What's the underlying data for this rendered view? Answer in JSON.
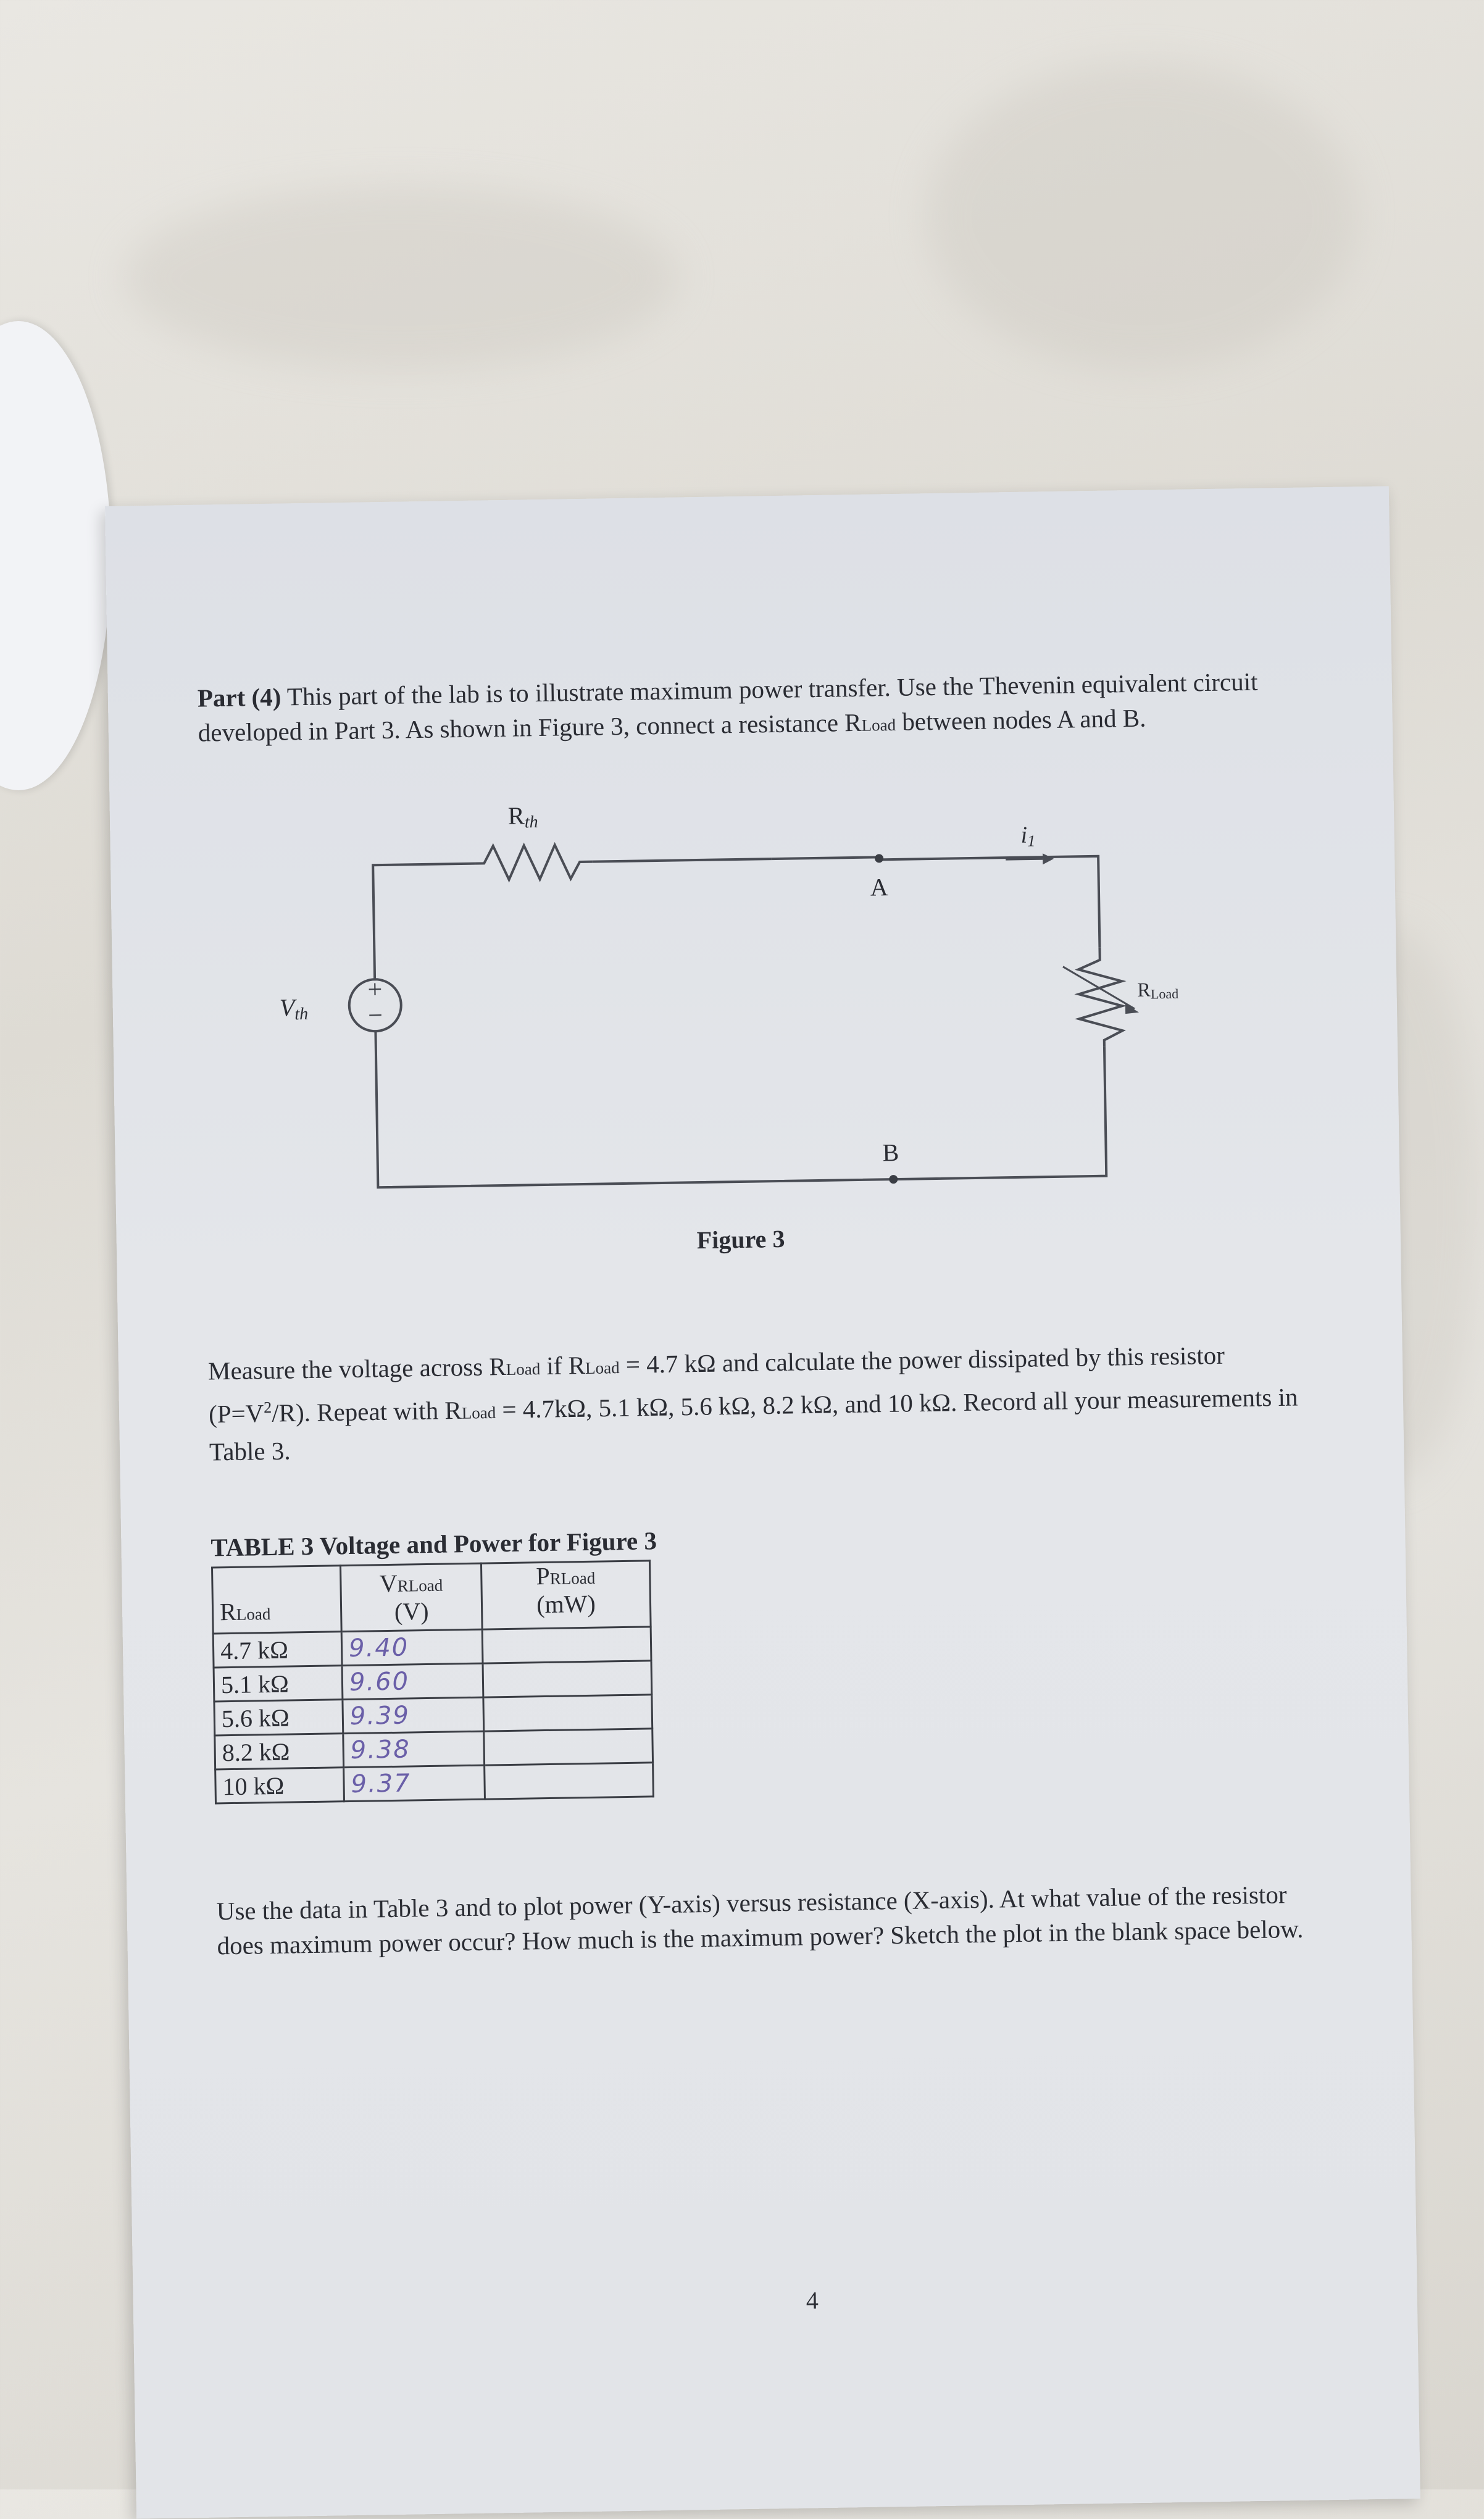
{
  "part": {
    "label": "Part (4)",
    "text": "This part of the lab is to illustrate maximum power transfer. Use the Thevenin equivalent circuit developed in Part 3. As shown in Figure 3, connect a resistance",
    "rload_main": "R",
    "rload_sub": "Load",
    "text_end": "between nodes A and B."
  },
  "figure": {
    "rth_main": "R",
    "rth_sub": "th",
    "vth_main": "V",
    "vth_sub": "th",
    "current_main": "i",
    "current_sub": "1",
    "node_a": "A",
    "node_b": "B",
    "rload_main": "R",
    "rload_sub": "Load",
    "caption": "Figure 3"
  },
  "measure": {
    "t1": "Measure the voltage across R",
    "s1": "Load",
    "t2": " if R",
    "s2": "Load",
    "t3": " = 4.7 kΩ and calculate the power dissipated by this resistor (P=V",
    "sup": "2",
    "t4": "/R). Repeat with R",
    "s3": "Load",
    "t5": " = 4.7kΩ,  5.1 kΩ, 5.6 kΩ, 8.2 kΩ, and 10 kΩ. Record all your measurements in Table 3."
  },
  "table": {
    "title": "TABLE 3 Voltage and Power for Figure 3",
    "col1_main": "R",
    "col1_sub": "Load",
    "col2_main": "V",
    "col2_sub": "RLoad",
    "col2_unit": "(V)",
    "col3_main": "P",
    "col3_sub": "RLoad",
    "col3_unit": "(mW)",
    "rows": [
      {
        "r": "4.7 kΩ",
        "v": "9.40",
        "p": ""
      },
      {
        "r": "5.1 kΩ",
        "v": "9.60",
        "p": ""
      },
      {
        "r": "5.6 kΩ",
        "v": "9.39",
        "p": ""
      },
      {
        "r": "8.2 kΩ",
        "v": "9.38",
        "p": ""
      },
      {
        "r": "10 kΩ",
        "v": "9.37",
        "p": ""
      }
    ]
  },
  "plot_instructions": "Use the data in Table 3 and to plot power (Y-axis) versus resistance (X-axis). At what value of the resistor does maximum power occur? How much is the maximum power? Sketch the plot in the blank space below.",
  "page_number": "4"
}
